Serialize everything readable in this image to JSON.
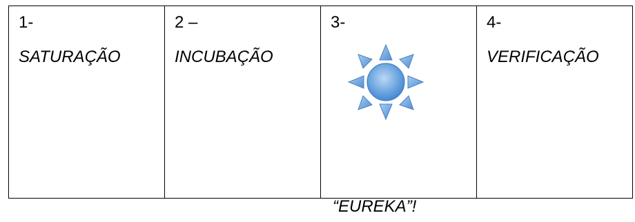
{
  "stages": [
    {
      "number": "1-",
      "name": "SATURAÇÃO"
    },
    {
      "number": "2 –",
      "name": "INCUBAÇÃO"
    },
    {
      "number": "3-",
      "name": "",
      "icon": "sun-icon"
    },
    {
      "number": "4-",
      "name": "VERIFICAÇÃO"
    }
  ],
  "caption": "“EUREKA”!",
  "colors": {
    "border": "#000000",
    "sun_fill": "#5b9bd5",
    "sun_light": "#a9cdf0",
    "sun_stroke": "#4a80c0"
  }
}
